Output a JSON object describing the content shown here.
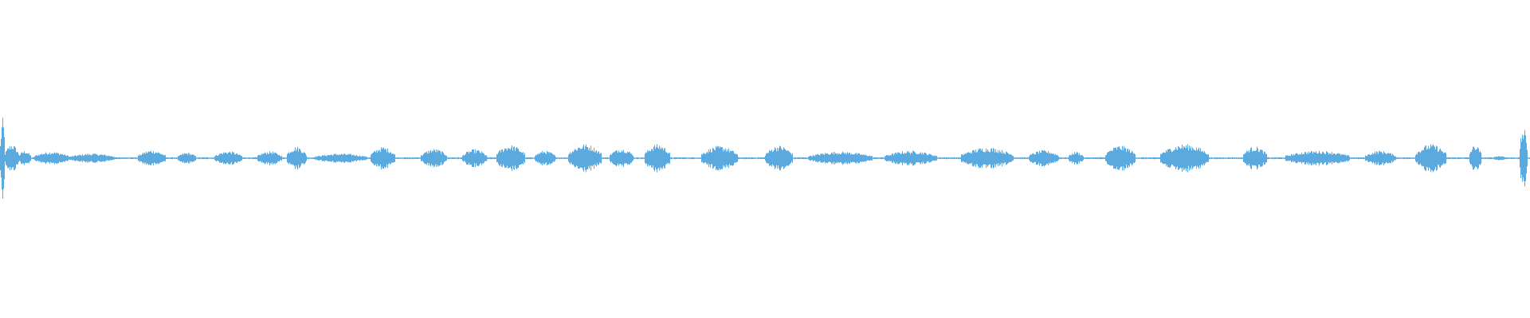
{
  "waveform": {
    "color": "#5aaae0",
    "background": "#ffffff",
    "segments": [
      {
        "start": 0.0,
        "end": 0.003,
        "amp": 0.85
      },
      {
        "start": 0.003,
        "end": 0.012,
        "amp": 0.3
      },
      {
        "start": 0.012,
        "end": 0.02,
        "amp": 0.16
      },
      {
        "start": 0.022,
        "end": 0.045,
        "amp": 0.14
      },
      {
        "start": 0.045,
        "end": 0.075,
        "amp": 0.1
      },
      {
        "start": 0.09,
        "end": 0.108,
        "amp": 0.17
      },
      {
        "start": 0.116,
        "end": 0.128,
        "amp": 0.12
      },
      {
        "start": 0.14,
        "end": 0.158,
        "amp": 0.15
      },
      {
        "start": 0.168,
        "end": 0.184,
        "amp": 0.15
      },
      {
        "start": 0.187,
        "end": 0.2,
        "amp": 0.25
      },
      {
        "start": 0.205,
        "end": 0.24,
        "amp": 0.1
      },
      {
        "start": 0.242,
        "end": 0.258,
        "amp": 0.24
      },
      {
        "start": 0.275,
        "end": 0.292,
        "amp": 0.2
      },
      {
        "start": 0.302,
        "end": 0.318,
        "amp": 0.19
      },
      {
        "start": 0.324,
        "end": 0.343,
        "amp": 0.28
      },
      {
        "start": 0.349,
        "end": 0.363,
        "amp": 0.16
      },
      {
        "start": 0.371,
        "end": 0.393,
        "amp": 0.3
      },
      {
        "start": 0.398,
        "end": 0.414,
        "amp": 0.21
      },
      {
        "start": 0.421,
        "end": 0.438,
        "amp": 0.3
      },
      {
        "start": 0.458,
        "end": 0.482,
        "amp": 0.26
      },
      {
        "start": 0.5,
        "end": 0.518,
        "amp": 0.27
      },
      {
        "start": 0.528,
        "end": 0.57,
        "amp": 0.14
      },
      {
        "start": 0.578,
        "end": 0.612,
        "amp": 0.16
      },
      {
        "start": 0.628,
        "end": 0.662,
        "amp": 0.23
      },
      {
        "start": 0.672,
        "end": 0.692,
        "amp": 0.17
      },
      {
        "start": 0.698,
        "end": 0.708,
        "amp": 0.14
      },
      {
        "start": 0.722,
        "end": 0.742,
        "amp": 0.27
      },
      {
        "start": 0.758,
        "end": 0.79,
        "amp": 0.3
      },
      {
        "start": 0.812,
        "end": 0.828,
        "amp": 0.25
      },
      {
        "start": 0.84,
        "end": 0.882,
        "amp": 0.16
      },
      {
        "start": 0.892,
        "end": 0.912,
        "amp": 0.16
      },
      {
        "start": 0.925,
        "end": 0.945,
        "amp": 0.3
      },
      {
        "start": 0.96,
        "end": 0.968,
        "amp": 0.28
      },
      {
        "start": 0.975,
        "end": 0.985,
        "amp": 0.05
      },
      {
        "start": 0.993,
        "end": 0.998,
        "amp": 0.65
      }
    ]
  }
}
